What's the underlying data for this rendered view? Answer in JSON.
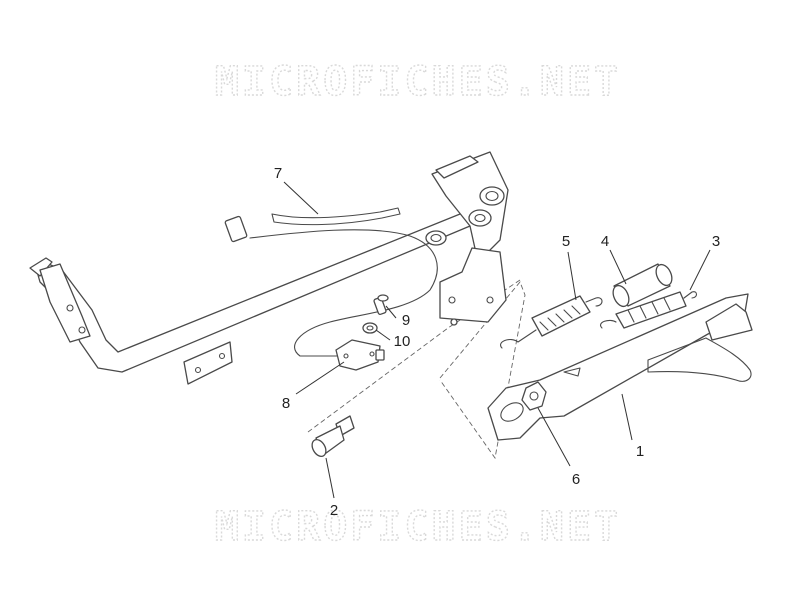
{
  "watermark": {
    "text": "MICROFICHES.NET"
  },
  "callouts": [
    "1",
    "2",
    "3",
    "4",
    "5",
    "6",
    "7",
    "8",
    "9",
    "10"
  ]
}
